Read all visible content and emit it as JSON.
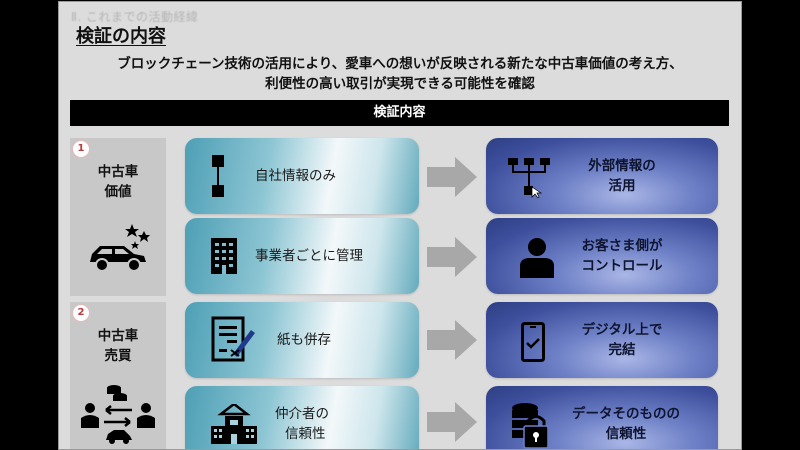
{
  "slide": {
    "section_label": "Ⅱ. これまでの活動経緯",
    "title": "検証の内容",
    "subtitle_line1": "ブロックチェーン技術の活用により、愛車への想いが反映される新たな中古車価値の考え方、",
    "subtitle_line2": "利便性の高い取引が実現できる可能性を確認",
    "header_bar": "検証内容"
  },
  "categories": [
    {
      "number": "1",
      "title_line1": "中古車",
      "title_line2": "価値",
      "icon": "car-with-stars-icon"
    },
    {
      "number": "2",
      "title_line1": "中古車",
      "title_line2": "売買",
      "icon": "people-exchange-car-money-icon"
    }
  ],
  "rows": [
    {
      "before": {
        "line1": "自社情報のみ",
        "line2": "",
        "icon": "single-node-link-icon"
      },
      "after": {
        "line1": "外部情報の",
        "line2": "活用",
        "icon": "network-tree-icon"
      }
    },
    {
      "before": {
        "line1": "事業者ごとに管理",
        "line2": "",
        "icon": "office-building-icon"
      },
      "after": {
        "line1": "お客さま側が",
        "line2": "コントロール",
        "icon": "person-icon"
      }
    },
    {
      "before": {
        "line1": "紙も併存",
        "line2": "",
        "icon": "document-signing-icon"
      },
      "after": {
        "line1": "デジタル上で",
        "line2": "完結",
        "icon": "smartphone-check-icon"
      }
    },
    {
      "before": {
        "line1": "仲介者の",
        "line2": "信頼性",
        "icon": "institution-building-icon"
      },
      "after": {
        "line1": "データそのものの",
        "line2": "信頼性",
        "icon": "database-lock-icon"
      }
    }
  ],
  "colors": {
    "slide_bg": "#dcdcdc",
    "header_bar_bg": "#000000",
    "category_bg": "#c8c8c8",
    "badge_number": "#b93a3a",
    "before_box": "#4e9fb5",
    "after_box": "#3d4f9c",
    "arrow": "#a8a8a8"
  }
}
